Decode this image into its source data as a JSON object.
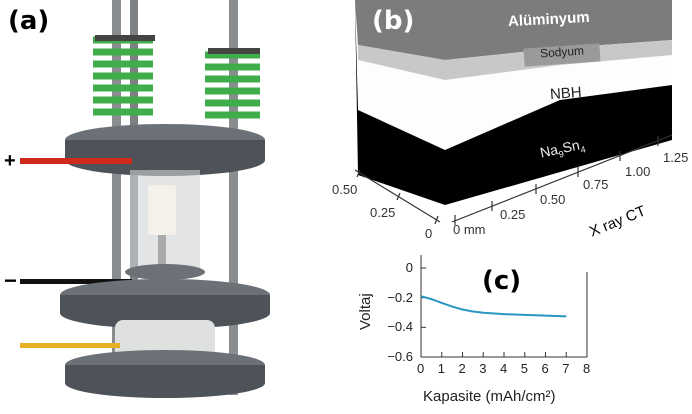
{
  "panels": {
    "a": "(a)",
    "b": "(b)",
    "c": "(c)"
  },
  "apparatus": {
    "plus": "+",
    "minus": "−",
    "colors": {
      "positive_wire": "#d02a1c",
      "negative_wire": "#111111",
      "third_wire": "#e8b023",
      "spring": "#3fae4a",
      "plate": "#5a5f66"
    }
  },
  "xray": {
    "layers": [
      "Alüminyum",
      "Sodyum",
      "NBH"
    ],
    "bottom_layer_main": "Na",
    "bottom_layer_sub1": "9",
    "bottom_layer_mid": "Sn",
    "bottom_layer_sub2": "4",
    "depth_ticks": [
      "0.50",
      "0.25",
      "0"
    ],
    "length_ticks": [
      "0 mm",
      "0.25",
      "0.50",
      "0.75",
      "1.00",
      "1.25"
    ],
    "method": "X ray CT"
  },
  "chart_data": {
    "type": "line",
    "title": "(c)",
    "xlabel": "Kapasite (mAh/cm²)",
    "ylabel": "Voltaj",
    "xlim": [
      0,
      8
    ],
    "ylim": [
      -0.6,
      0
    ],
    "xticks": [
      "0",
      "1",
      "2",
      "3",
      "4",
      "5",
      "6",
      "7",
      "8"
    ],
    "yticks": [
      "0",
      "-0.2",
      "-0.4",
      "-0.6"
    ],
    "series": [
      {
        "name": "Voltaj",
        "color": "#2a97c0",
        "x": [
          0,
          0.25,
          0.5,
          1,
          1.5,
          2,
          2.5,
          3,
          4,
          5,
          6,
          7
        ],
        "y": [
          -0.19,
          -0.2,
          -0.21,
          -0.235,
          -0.26,
          -0.28,
          -0.293,
          -0.302,
          -0.311,
          -0.316,
          -0.321,
          -0.326
        ]
      }
    ]
  }
}
